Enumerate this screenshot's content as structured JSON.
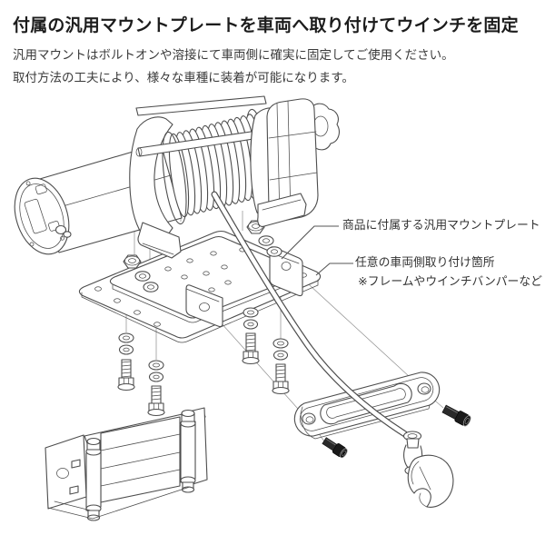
{
  "page": {
    "background": "#ffffff"
  },
  "header": {
    "title": "付属の汎用マウントプレートを車両へ取り付けてウインチを固定",
    "body_lines": [
      "汎用マウントはボルトオンや溶接にて車両側に確実に固定してご使用ください。",
      "取付方法の工夫により、様々な車種に装着が可能になります。"
    ]
  },
  "diagram": {
    "annotations": [
      {
        "id": "included-mount-plate",
        "label": "商品に付属する汎用マウントプレート"
      },
      {
        "id": "vehicle-side-point",
        "label": "任意の車両側取り付け箇所",
        "note": "※フレームやウインチバンパーなど"
      }
    ]
  },
  "colors": {
    "title_text": "#1c1c1c",
    "body_text": "#3a3a3a",
    "annotation_text": "#333333",
    "line_art": "#4d4d4d",
    "guide_line": "#9a9a9a",
    "dark_bolt": "#1e1e1e"
  }
}
